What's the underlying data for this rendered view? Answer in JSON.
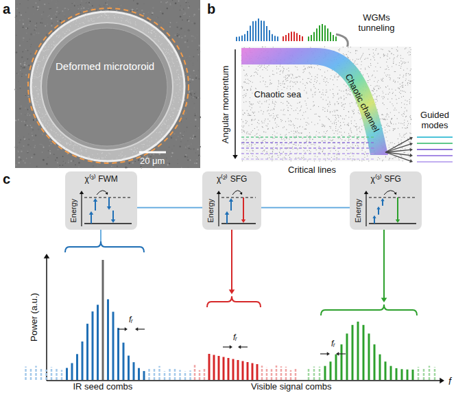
{
  "diagram": {
    "nodes": [
      {
        "text": [
          "χ⁽³⁾ FWM",
          "Energy"
        ]
      },
      {
        "text": [
          "χ⁽²⁾ SFG",
          "Energy"
        ]
      },
      {
        "text": [
          "χ⁽³⁾ SFG",
          "Energy"
        ]
      }
    ],
    "edges": [
      {
        "from": 0,
        "to": 1,
        "arrow": "none"
      },
      {
        "from": 1,
        "to": 2,
        "arrow": "none"
      }
    ],
    "labels": [
      "a",
      "b",
      "c",
      "Deformed microtoroid",
      "20 μm",
      "WGMs tunneling",
      "Angular momentum",
      "Chaotic sea",
      "Chaotic channel",
      "Critical lines",
      "Guided modes",
      "Power (a.u.)",
      "f",
      "IR seed combs",
      "Visible signal combs",
      "fᵣ",
      "fᵣ",
      "fᵣ"
    ]
  }
}
